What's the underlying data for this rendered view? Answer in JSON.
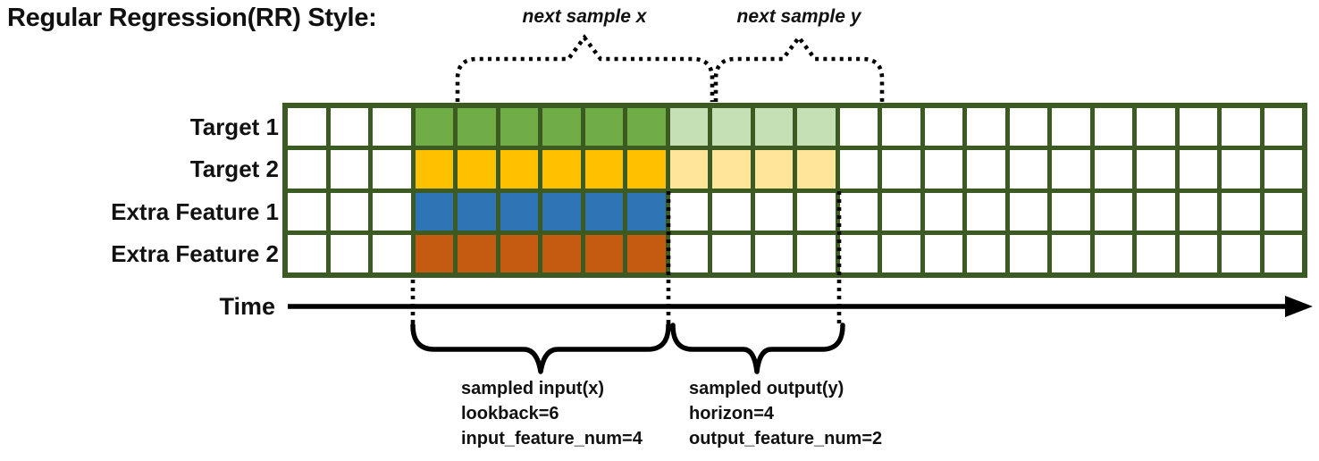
{
  "title": "Regular Regression(RR) Style:",
  "time_axis_label": "Time",
  "annotations": {
    "next_sample_x": "next sample x",
    "next_sample_y": "next sample y",
    "sampled_input_lines": [
      "sampled input(x)",
      "lookback=6",
      "input_feature_num=4"
    ],
    "sampled_output_lines": [
      "sampled output(y)",
      "horizon=4",
      "output_feature_num=2"
    ]
  },
  "grid": {
    "columns": 24,
    "input_start_col": 3,
    "lookback": 6,
    "horizon": 4,
    "line_color": "#3b5b23",
    "cell_color": "#ffffff",
    "rows": [
      {
        "label": "Target 1",
        "input_color": "#70ad47",
        "output_color": "#c5e0b4",
        "has_output": true
      },
      {
        "label": "Target 2",
        "input_color": "#ffc000",
        "output_color": "#ffe599",
        "has_output": true
      },
      {
        "label": "Extra Feature 1",
        "input_color": "#2e75b6",
        "output_color": null,
        "has_output": false
      },
      {
        "label": "Extra Feature 2",
        "input_color": "#c55a11",
        "output_color": null,
        "has_output": false
      }
    ]
  },
  "annotation_color": "#000000"
}
